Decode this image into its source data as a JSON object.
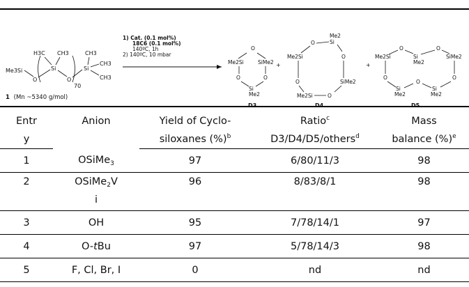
{
  "scheme": {
    "reactant_left": "Me3Si",
    "reactant_methyl_h3c": "H3C",
    "reactant_methyl_ch3_a": "CH3",
    "reactant_methyl_ch3_b": "CH3",
    "reactant_methyl_ch3_c": "CH3",
    "reactant_si": "Si",
    "reactant_o": "O",
    "reactant_repeat": "70",
    "reactant_label": "1",
    "reactant_mn": "(Mn ~5340 g/mol)",
    "condition_1": "1) Cat. (0.1 mol%)",
    "condition_1b": "18C6 (0.1 mol%)",
    "condition_1c": "140ºC, 1h",
    "condition_2": "2) 140ºC, 10 mbar",
    "plus": "+",
    "me2si": "Me2Si",
    "sime2": "SiMe2",
    "me": "Me2",
    "si": "Si",
    "o": "O",
    "product_d3": "D3",
    "product_d4": "D4",
    "product_d5": "D5"
  },
  "table": {
    "headers": {
      "entry_a": "Entr",
      "entry_b": "y",
      "anion": "Anion",
      "yield_a": "Yield of Cyclo-",
      "yield_b": "siloxanes (%)",
      "yield_sup": "b",
      "ratio_a": "Ratio",
      "ratio_a_sup": "c",
      "ratio_b": "D3/D4/D5/others",
      "ratio_b_sup": "d",
      "mass_a": "Mass",
      "mass_b": "balance (%)",
      "mass_sup": "e"
    },
    "rows": [
      {
        "entry": "1",
        "anion_pre": "OSiMe",
        "anion_sub": "3",
        "anion_post": "",
        "yield": "97",
        "ratio": "6/80/11/3",
        "mass": "98"
      },
      {
        "entry": "2",
        "anion_pre": "OSiMe",
        "anion_sub": "2",
        "anion_post": "V",
        "anion_wrap": "i",
        "yield": "96",
        "ratio": "8/83/8/1",
        "mass": "98"
      },
      {
        "entry": "3",
        "anion_pre": "OH",
        "yield": "95",
        "ratio": "7/78/14/1",
        "mass": "97"
      },
      {
        "entry": "4",
        "anion_pre": "O-",
        "anion_italic": "t",
        "anion_post": "Bu",
        "yield": "97",
        "ratio": "5/78/14/3",
        "mass": "98"
      },
      {
        "entry": "5",
        "anion_pre": "F, Cl, Br, I",
        "yield": "0",
        "ratio": "nd",
        "mass": "nd"
      }
    ]
  }
}
